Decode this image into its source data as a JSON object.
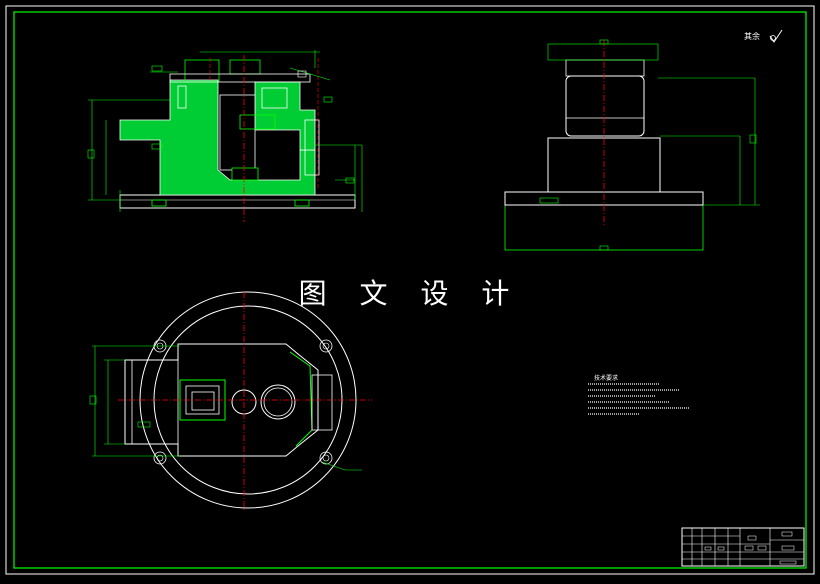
{
  "drawing": {
    "watermark": "图 文 设 计",
    "roughness_note": "其余",
    "tech_requirements_title": "技术要求"
  },
  "colors": {
    "background": "#000000",
    "outline": "#ffffff",
    "geometry": "#00ff00",
    "centerline": "#ff0000",
    "dimension": "#00ff00",
    "text": "#ffffff"
  }
}
